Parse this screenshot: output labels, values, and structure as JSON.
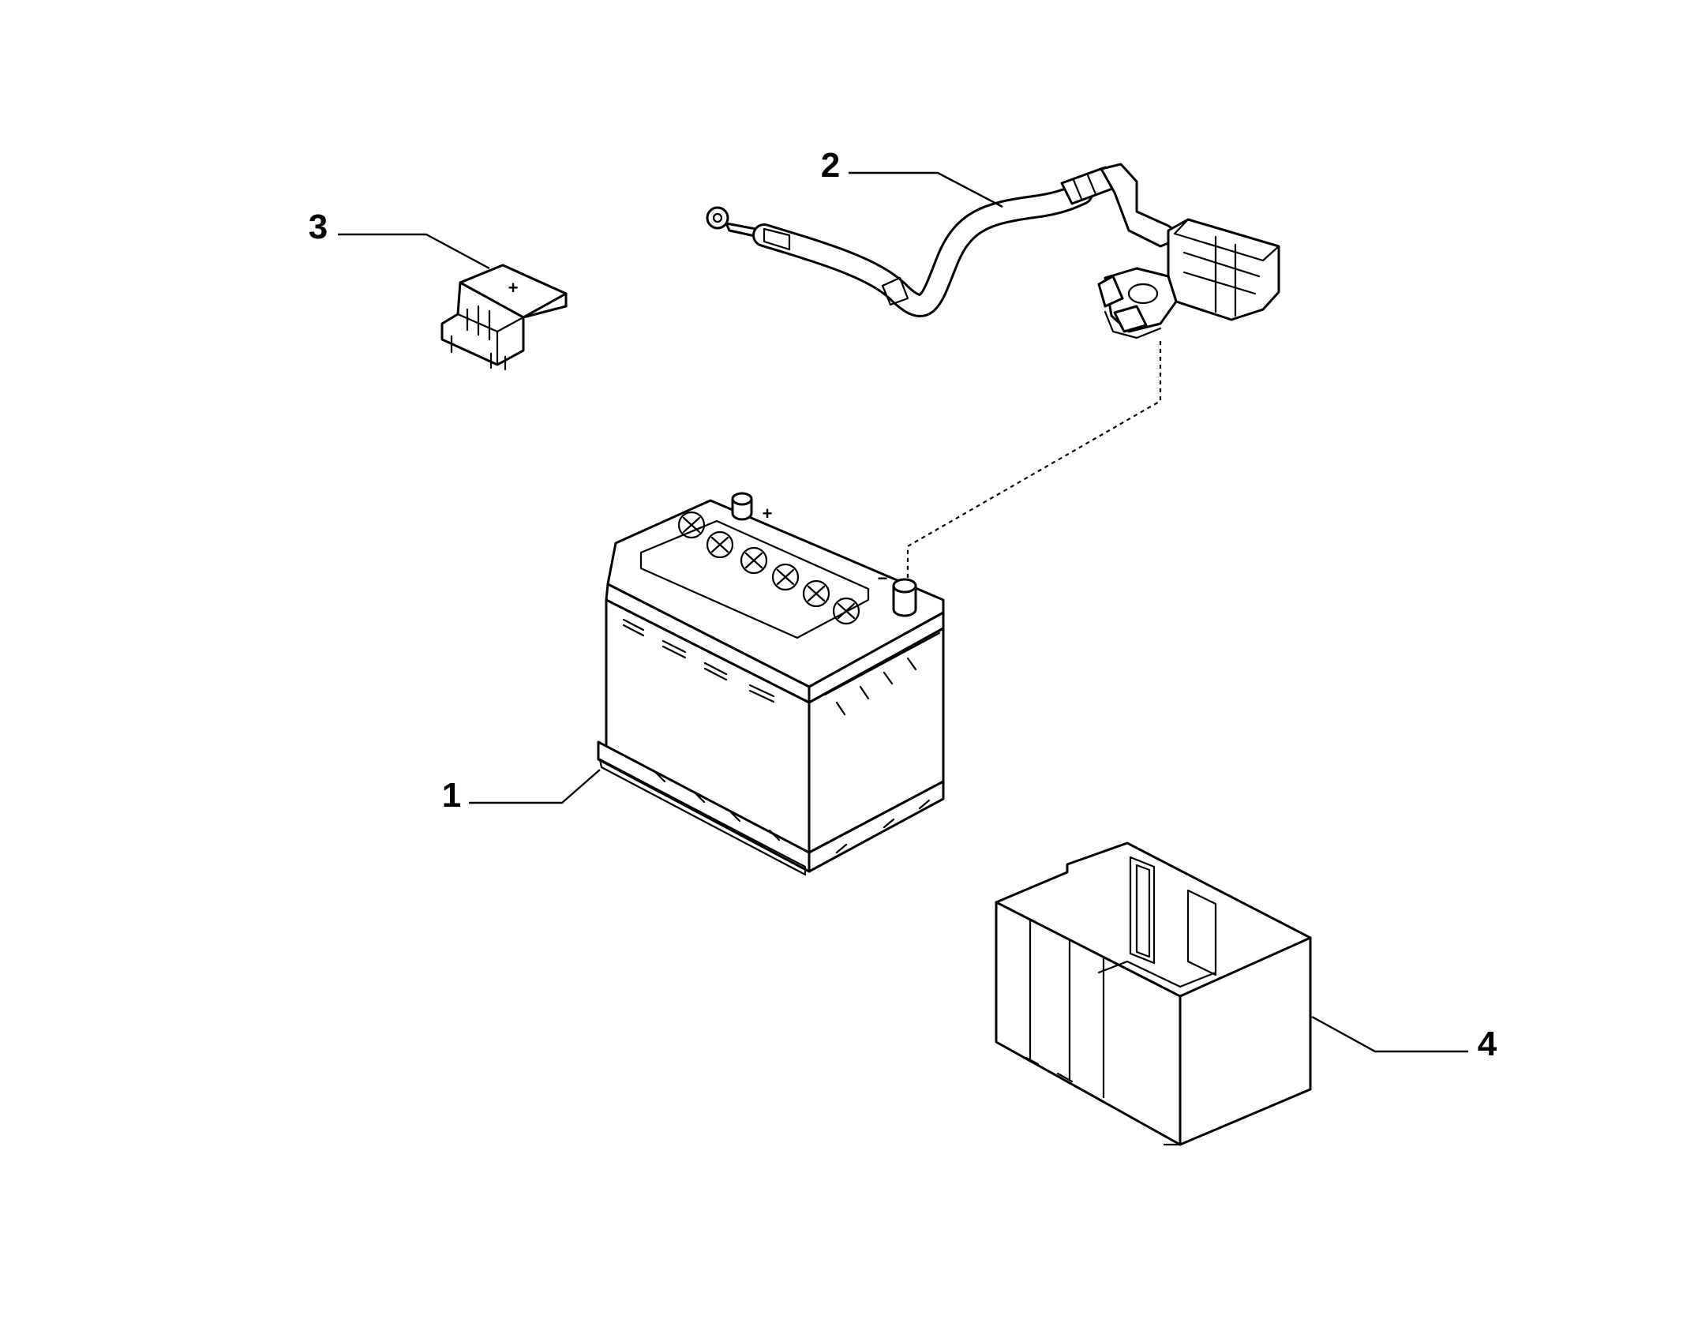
{
  "callouts": {
    "battery": "1",
    "cable": "2",
    "cover": "3",
    "tray": "4"
  },
  "terminal_marks": {
    "positive": "+",
    "negative": "−"
  },
  "colors": {
    "line": "#000000",
    "background": "#ffffff"
  }
}
